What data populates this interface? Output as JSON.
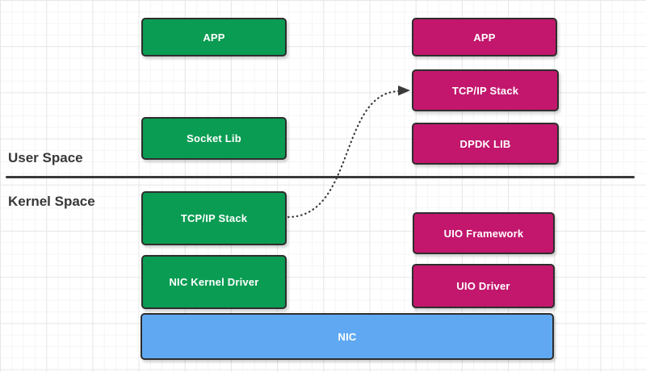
{
  "diagram": {
    "section_labels": {
      "user_space": "User Space",
      "kernel_space": "Kernel Space"
    },
    "traditional_stack": {
      "app": "APP",
      "socket_lib": "Socket Lib",
      "tcpip_stack": "TCP/IP Stack",
      "nic_kernel_driver": "NIC Kernel Driver"
    },
    "dpdk_stack": {
      "app": "APP",
      "tcpip_stack": "TCP/IP Stack",
      "dpdk_lib": "DPDK LIB",
      "uio_framework": "UIO Framework",
      "uio_driver": "UIO Driver"
    },
    "hardware": {
      "nic": "NIC"
    },
    "arrow": {
      "style": "dotted",
      "from": "kernel_tcpip_stack",
      "to": "userspace_tcpip_stack"
    },
    "colors": {
      "traditional_green": "#0a9c53",
      "dpdk_magenta": "#c2176d",
      "nic_blue": "#60a9f2",
      "box_border": "#2e2e2e",
      "box_text": "#ffffff",
      "section_label": "#383838",
      "divider": "#3a3a3a",
      "arrow": "#3a3a3a",
      "grid_minor": "#f5f5f5",
      "grid_major": "#e7e7e7",
      "background": "#ffffff"
    }
  }
}
